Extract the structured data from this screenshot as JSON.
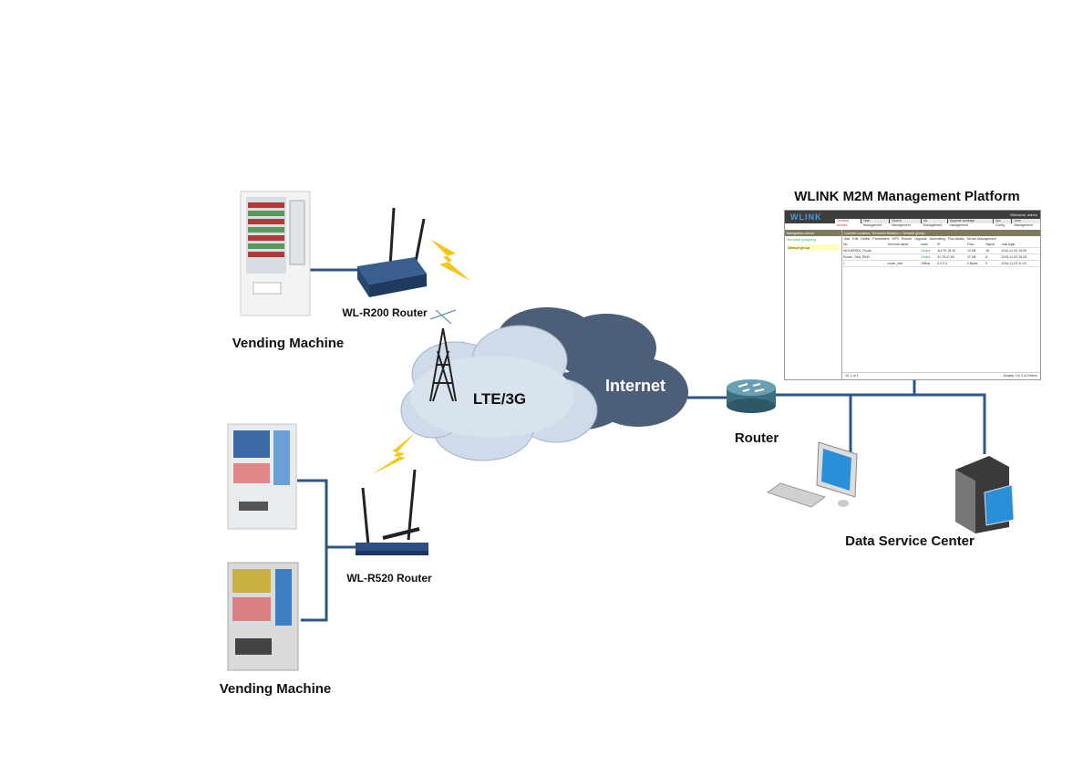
{
  "title": "WLINK M2M Management Platform",
  "labels": {
    "vending_top": "Vending Machine",
    "vending_bottom": "Vending Machine",
    "router_r200": "WL-R200 Router",
    "router_r520": "WL-R520 Router",
    "lte": "LTE/3G",
    "internet": "Internet",
    "router": "Router",
    "data_center": "Data Service Center"
  },
  "platform": {
    "logo": "WLINK",
    "welcome": "Welcome: admin",
    "tabs": [
      "Terminal Monitor",
      "Task Management",
      "Device Management",
      "Ad Management",
      "Upgrade package management",
      "Sys Config",
      "User Management"
    ],
    "nav_title": "Navigation menu",
    "location": "Current location: Terminal Monitor > Default group",
    "nav_items": [
      "Terminal grouping",
      "Default group"
    ],
    "toolbar": [
      "Add",
      "Edit",
      "Delete",
      "Parameters",
      "GPS",
      "Restart",
      "Upgrade",
      "Advertising",
      "Flux details",
      "Device Management"
    ],
    "columns": [
      "No.",
      "Terminal name",
      "state",
      "IP",
      "Flow",
      "Signal",
      "Last login"
    ],
    "rows": [
      [
        "WLINKR001_Route",
        "",
        "Online",
        "112.97.24.90",
        "10 KB",
        "18",
        "2016-11-04 15:28"
      ],
      [
        "Router_Test_R200",
        "",
        "Online",
        "61.78.47.89",
        "37 KB",
        "8",
        "2016-11-04 15:28"
      ],
      [
        "1",
        "router_test",
        "Offline",
        "0.0.0.0",
        "0 Bytes",
        "0",
        "2016-11-03 11:42"
      ]
    ],
    "page_size": "15",
    "page": "1",
    "page_of": "of 1",
    "display": "Display 1 to 3 of 3 items"
  },
  "colors": {
    "line": "#2d5580",
    "bolt": "#f5c518",
    "cloud_lte": "#c9d5e3",
    "cloud_internet": "#4d5f78"
  }
}
